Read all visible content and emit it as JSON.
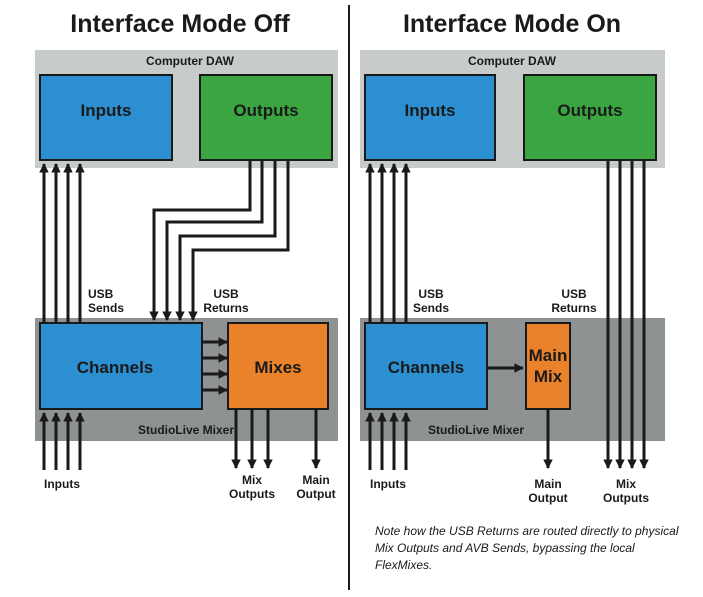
{
  "colors": {
    "blue": "#2b8fd1",
    "green": "#3aa541",
    "orange": "#e9822a",
    "daw_band": "#c7cccb",
    "mixer_band": "#8f9292",
    "stroke": "#1a1a1a"
  },
  "left": {
    "title": "Interface Mode Off",
    "daw_label": "Computer DAW",
    "inputs_label": "Inputs",
    "outputs_label": "Outputs",
    "channels_label": "Channels",
    "mixes_label": "Mixes",
    "mixer_label": "StudioLive Mixer",
    "usb_sends": [
      "USB",
      "Sends"
    ],
    "usb_returns": [
      "USB",
      "Returns"
    ],
    "bottom_inputs": "Inputs",
    "mix_outputs": [
      "Mix",
      "Outputs"
    ],
    "main_output": [
      "Main",
      "Output"
    ]
  },
  "right": {
    "title": "Interface Mode On",
    "daw_label": "Computer DAW",
    "inputs_label": "Inputs",
    "outputs_label": "Outputs",
    "channels_label": "Channels",
    "main_mix_label": [
      "Main",
      "Mix"
    ],
    "mixer_label": "StudioLive Mixer",
    "usb_sends": [
      "USB",
      "Sends"
    ],
    "usb_returns": [
      "USB",
      "Returns"
    ],
    "bottom_inputs": "Inputs",
    "main_output": [
      "Main",
      "Output"
    ],
    "mix_outputs": [
      "Mix",
      "Outputs"
    ]
  },
  "note": "Note how the USB Returns are routed directly to physical Mix Outputs and AVB Sends, bypassing the local FlexMixes."
}
